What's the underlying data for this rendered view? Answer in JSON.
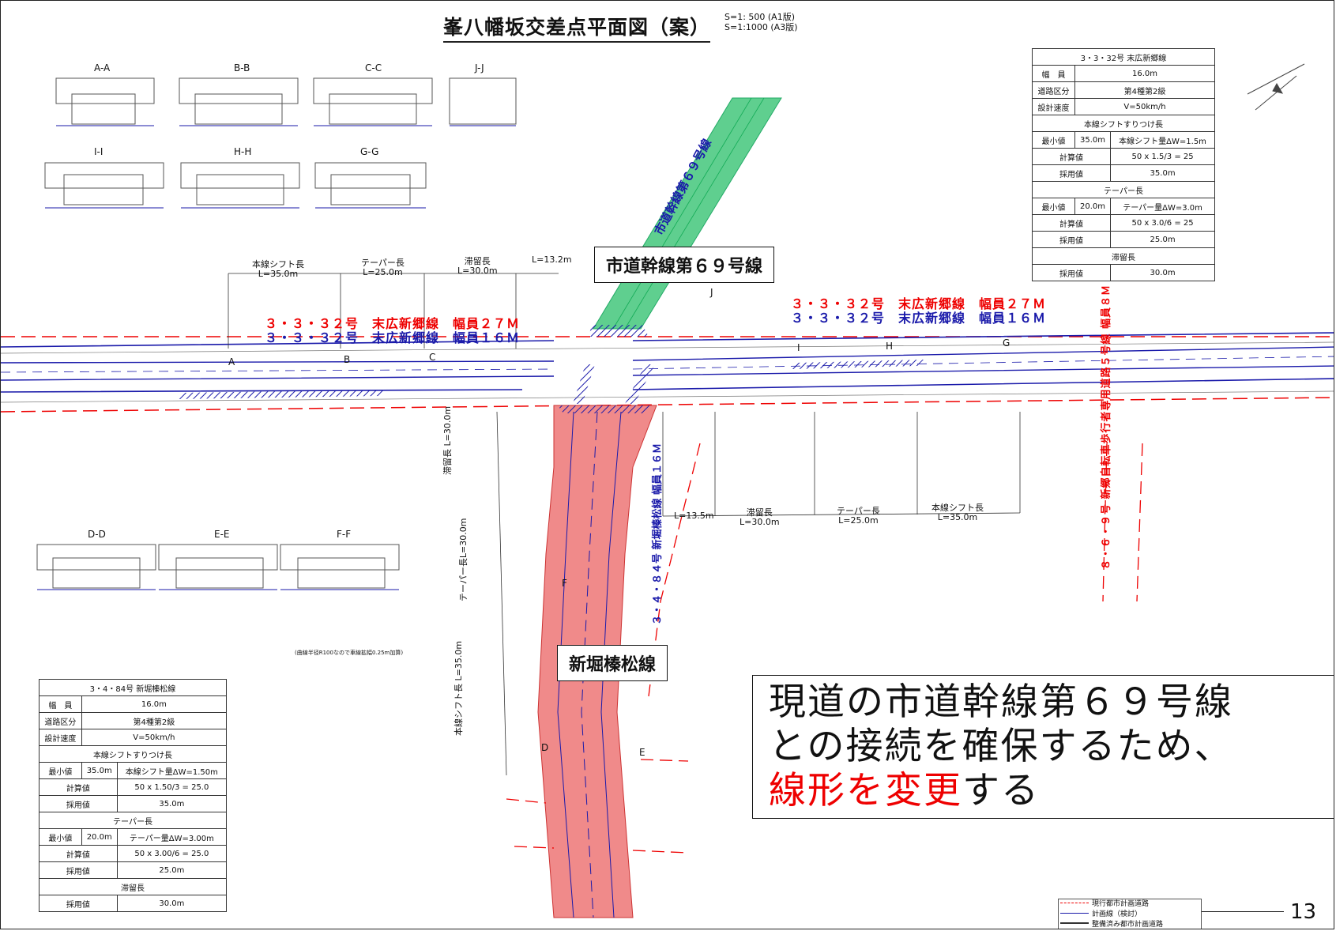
{
  "title": "峯八幡坂交差点平面図（案）",
  "scale": [
    "S=1: 500 (A1版)",
    "S=1:1000 (A3版)"
  ],
  "sections_top": [
    "A-A",
    "B-B",
    "C-C",
    "J-J"
  ],
  "sections_mid": [
    "I-I",
    "H-H",
    "G-G"
  ],
  "sections_low": [
    "D-D",
    "E-E",
    "F-F"
  ],
  "section_note": "(曲線半径R100なので車線拡幅0.25m加算)",
  "table_east": {
    "title": "3・3・32号 末広新郷線",
    "rows": [
      [
        "幅　員",
        "16.0m"
      ],
      [
        "道路区分",
        "第4種第2級"
      ],
      [
        "設計速度",
        "V=50km/h"
      ]
    ],
    "shift_header": "本線シフトすりつけ長",
    "shift_min": [
      "最小値",
      "35.0m",
      "本線シフト量ΔW=1.5m"
    ],
    "shift_calc": [
      "計算値",
      "50 x 1.5/3 = 25"
    ],
    "shift_adopt": [
      "採用値",
      "35.0m"
    ],
    "taper_header": "テーパー長",
    "taper_min": [
      "最小値",
      "20.0m",
      "テーパー量ΔW=3.0m"
    ],
    "taper_calc": [
      "計算値",
      "50 x 3.0/6 = 25"
    ],
    "taper_adopt": [
      "採用値",
      "25.0m"
    ],
    "storage_header": "滞留長",
    "storage_adopt": [
      "採用値",
      "30.0m"
    ]
  },
  "table_south": {
    "title": "3・4・84号 新堀榛松線",
    "rows": [
      [
        "幅　員",
        "16.0m"
      ],
      [
        "道路区分",
        "第4種第2級"
      ],
      [
        "設計速度",
        "V=50km/h"
      ]
    ],
    "shift_header": "本線シフトすりつけ長",
    "shift_min": [
      "最小値",
      "35.0m",
      "本線シフト量ΔW=1.50m"
    ],
    "shift_calc": [
      "計算値",
      "50 x 1.50/3 = 25.0"
    ],
    "shift_adopt": [
      "採用値",
      "35.0m"
    ],
    "taper_header": "テーパー長",
    "taper_min": [
      "最小値",
      "20.0m",
      "テーパー量ΔW=3.00m"
    ],
    "taper_calc": [
      "計算値",
      "50 x 3.00/6 = 25.0"
    ],
    "taper_adopt": [
      "採用値",
      "25.0m"
    ],
    "storage_header": "滞留長",
    "storage_adopt": [
      "採用値",
      "30.0m"
    ]
  },
  "label_shido": "市道幹線第６９号線",
  "label_shinbori": "新堀榛松線",
  "road_red_w": "３・３・３２号　末広新郷線　幅員２７Ｍ",
  "road_blue_w": "３・３・３２号　末広新郷線　幅員１６Ｍ",
  "road_red_e": "３・３・３２号　末広新郷線　幅員２７Ｍ",
  "road_blue_e": "３・３・３２号　末広新郷線　幅員１６Ｍ",
  "north_road_text": "市道幹線第６９号線",
  "south_road_text": "３・４・８４号 新堀榛松線 幅員１６Ｍ",
  "cycle_road_text": "８・６・９号 新郷自転車歩行者専用道路５号線 幅員８Ｍ",
  "dims_west": [
    {
      "top": "本線シフト長",
      "bottom": "L=35.0m"
    },
    {
      "top": "テーパー長",
      "bottom": "L=25.0m"
    },
    {
      "top": "滞留長",
      "bottom": "L=30.0m"
    },
    {
      "top": "",
      "bottom": "L=13.2m"
    }
  ],
  "dims_east": [
    {
      "top": "",
      "bottom": "L=13.5m"
    },
    {
      "top": "滞留長",
      "bottom": "L=30.0m"
    },
    {
      "top": "テーパー長",
      "bottom": "L=25.0m"
    },
    {
      "top": "本線シフト長",
      "bottom": "L=35.0m"
    }
  ],
  "dims_south": [
    "滞留長 L=30.0m",
    "テーパー長L=30.0m",
    "本線シフト長 L=35.0m"
  ],
  "callout": {
    "line1": "現道の市道幹線第６９号線",
    "line2": "との接続を確保するため、",
    "line3_red": "線形を変更",
    "line3_black": "する"
  },
  "legend": [
    "現行都市計画道路",
    "計画線（検討）",
    "整備済み都市計画道路"
  ],
  "page_number": "13",
  "section_letters": [
    "A",
    "B",
    "C",
    "I",
    "H",
    "G",
    "J",
    "D",
    "E",
    "F"
  ],
  "colors": {
    "red_road": "#f08a8a",
    "green_road": "#5fcf8f",
    "blue_line": "#1a1aaa",
    "red_line": "#e00000"
  }
}
